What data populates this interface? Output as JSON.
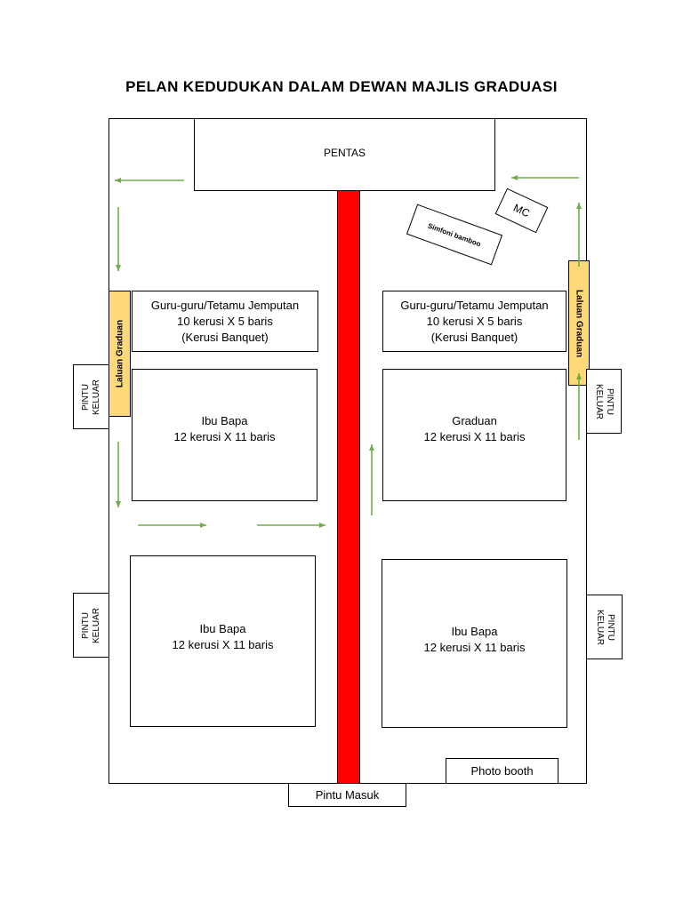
{
  "title": "PELAN KEDUDUKAN DALAM DEWAN MAJLIS GRADUASI",
  "stage": "PENTAS",
  "mc": "MC",
  "band": "Simfoni bamboo",
  "guest_left": {
    "line1": "Guru-guru/Tetamu Jemputan",
    "line2": "10 kerusi X 5 baris",
    "line3": "(Kerusi Banquet)"
  },
  "guest_right": {
    "line1": "Guru-guru/Tetamu Jemputan",
    "line2": "10 kerusi X 5 baris",
    "line3": "(Kerusi Banquet)"
  },
  "parents_top_left": {
    "line1": "Ibu Bapa",
    "line2": "12 kerusi X 11 baris"
  },
  "graduates": {
    "line1": "Graduan",
    "line2": "12 kerusi X 11 baris"
  },
  "parents_bottom_left": {
    "line1": "Ibu Bapa",
    "line2": "12 kerusi X 11 baris"
  },
  "parents_bottom_right": {
    "line1": "Ibu Bapa",
    "line2": "12 kerusi X 11 baris"
  },
  "laluan_left": "Laluan Graduan",
  "laluan_right": "Laluan Graduan",
  "exit_door": {
    "line1": "PINTU",
    "line2": "KELUAR"
  },
  "entrance": "Pintu Masuk",
  "photo_booth": "Photo booth",
  "colors": {
    "aisle": "#ff0000",
    "laluan": "#fdd97a",
    "arrow": "#70ad47"
  }
}
